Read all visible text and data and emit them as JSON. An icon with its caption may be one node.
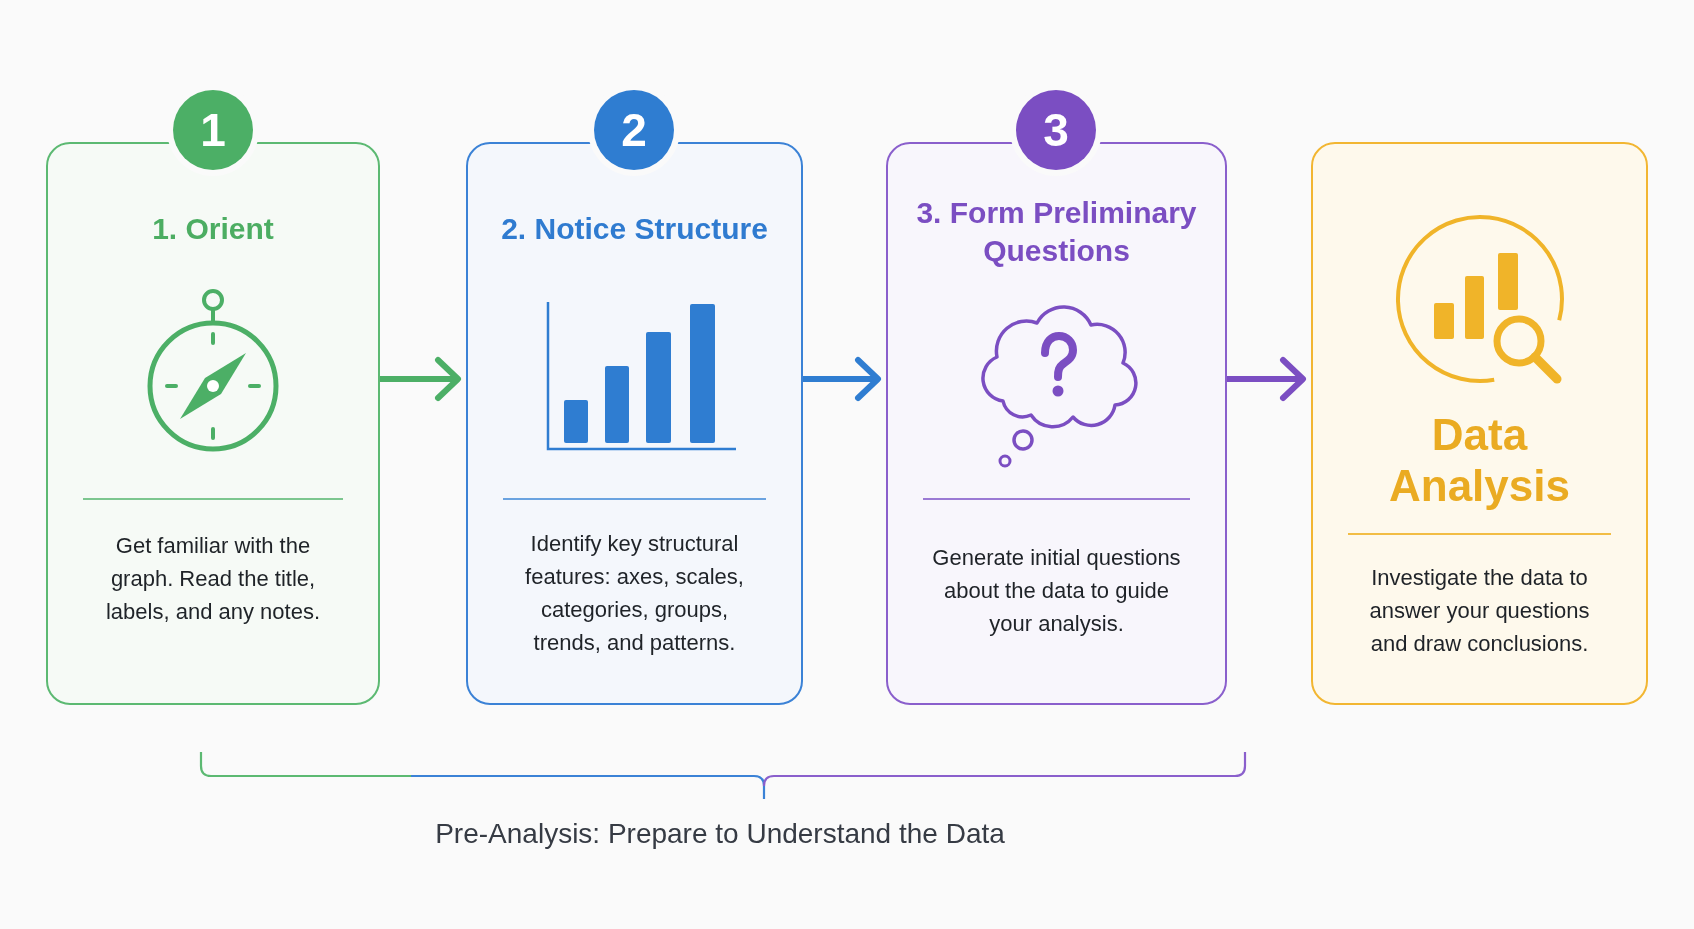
{
  "diagram": {
    "nodes": [
      {
        "text": [
          "1"
        ]
      },
      {
        "text": [
          "1. Orient",
          "Get familiar with the graph. Read the title, labels, and any notes."
        ]
      },
      {
        "text": [
          "2"
        ]
      },
      {
        "text": [
          "2. Notice Structure",
          "Identify key structural features: axes, scales, categories, groups, trends, and patterns."
        ]
      },
      {
        "text": [
          "3"
        ]
      },
      {
        "text": [
          "3. Form Preliminary Questions",
          "Generate initial questions about the data to guide your analysis."
        ]
      },
      {
        "text": [
          "Data Analysis",
          "Investigate the data to answer your questions and draw conclusions."
        ]
      }
    ],
    "edges": [
      {
        "from": 1,
        "to": 3,
        "arrow": "to",
        "color": "#4caf66"
      },
      {
        "from": 3,
        "to": 5,
        "arrow": "to",
        "color": "#2f7dd1"
      },
      {
        "from": 5,
        "to": 6,
        "arrow": "to",
        "color": "#7b4ec2"
      }
    ],
    "labels": [
      "Pre-Analysis: Prepare to Understand the Data"
    ]
  }
}
